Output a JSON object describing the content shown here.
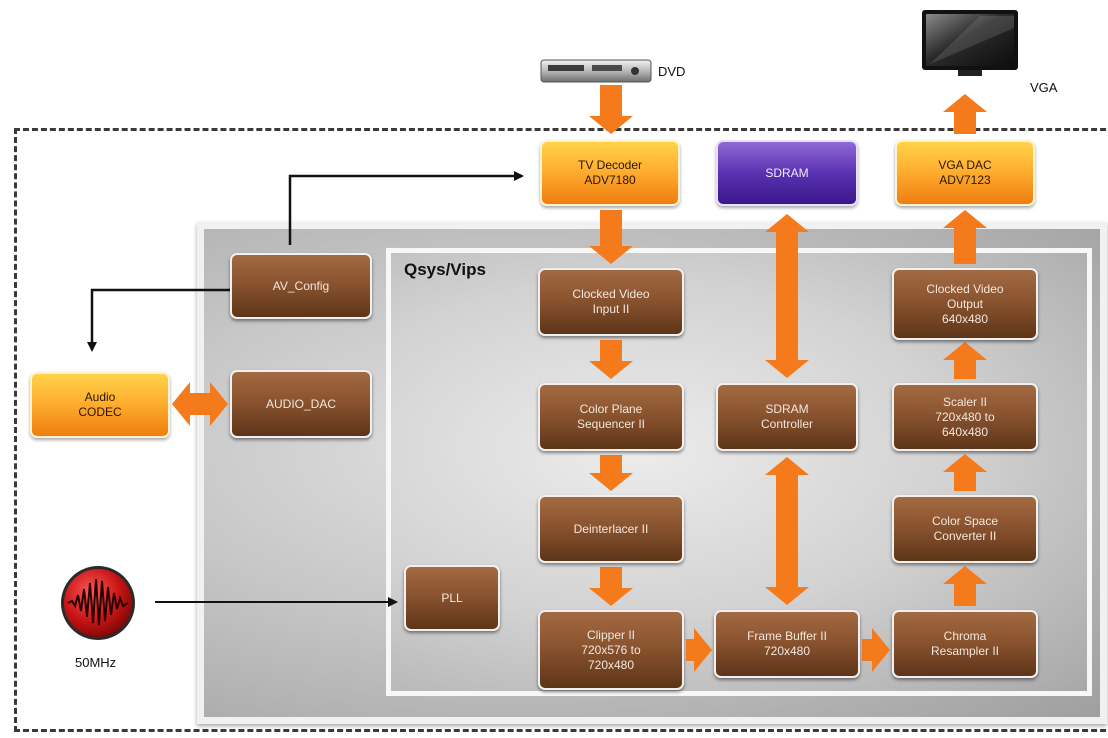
{
  "colors": {
    "arrow": "#f57a1c",
    "line": "#111111",
    "panel_border": "#f1f1f1",
    "dash": "#3a3a3a"
  },
  "external": {
    "dvd_label": "DVD",
    "vga_label": "VGA",
    "clock_label": "50MHz",
    "dvd_icon": "dvd-player-icon",
    "vga_icon": "monitor-icon",
    "clock_icon": "clock-oscillator-icon"
  },
  "qsys_title": "Qsys/Vips",
  "blocks": {
    "tv_decoder": "TV Decoder\nADV7180",
    "sdram": "SDRAM",
    "vga_dac": "VGA DAC\nADV7123",
    "av_config": "AV_Config",
    "audio_codec": "Audio\nCODEC",
    "audio_dac": "AUDIO_DAC",
    "pll": "PLL",
    "clocked_video_input": "Clocked Video\nInput II",
    "color_plane_sequencer": "Color Plane\nSequencer II",
    "deinterlacer": "Deinterlacer II",
    "clipper": "Clipper II\n720x576 to\n720x480",
    "sdram_controller": "SDRAM\nController",
    "frame_buffer": "Frame Buffer II\n720x480",
    "chroma_resampler": "Chroma\nResampler II",
    "color_space_converter": "Color Space\nConverter II",
    "scaler": "Scaler II\n720x480 to\n640x480",
    "clocked_video_output": "Clocked Video\nOutput\n640x480"
  }
}
